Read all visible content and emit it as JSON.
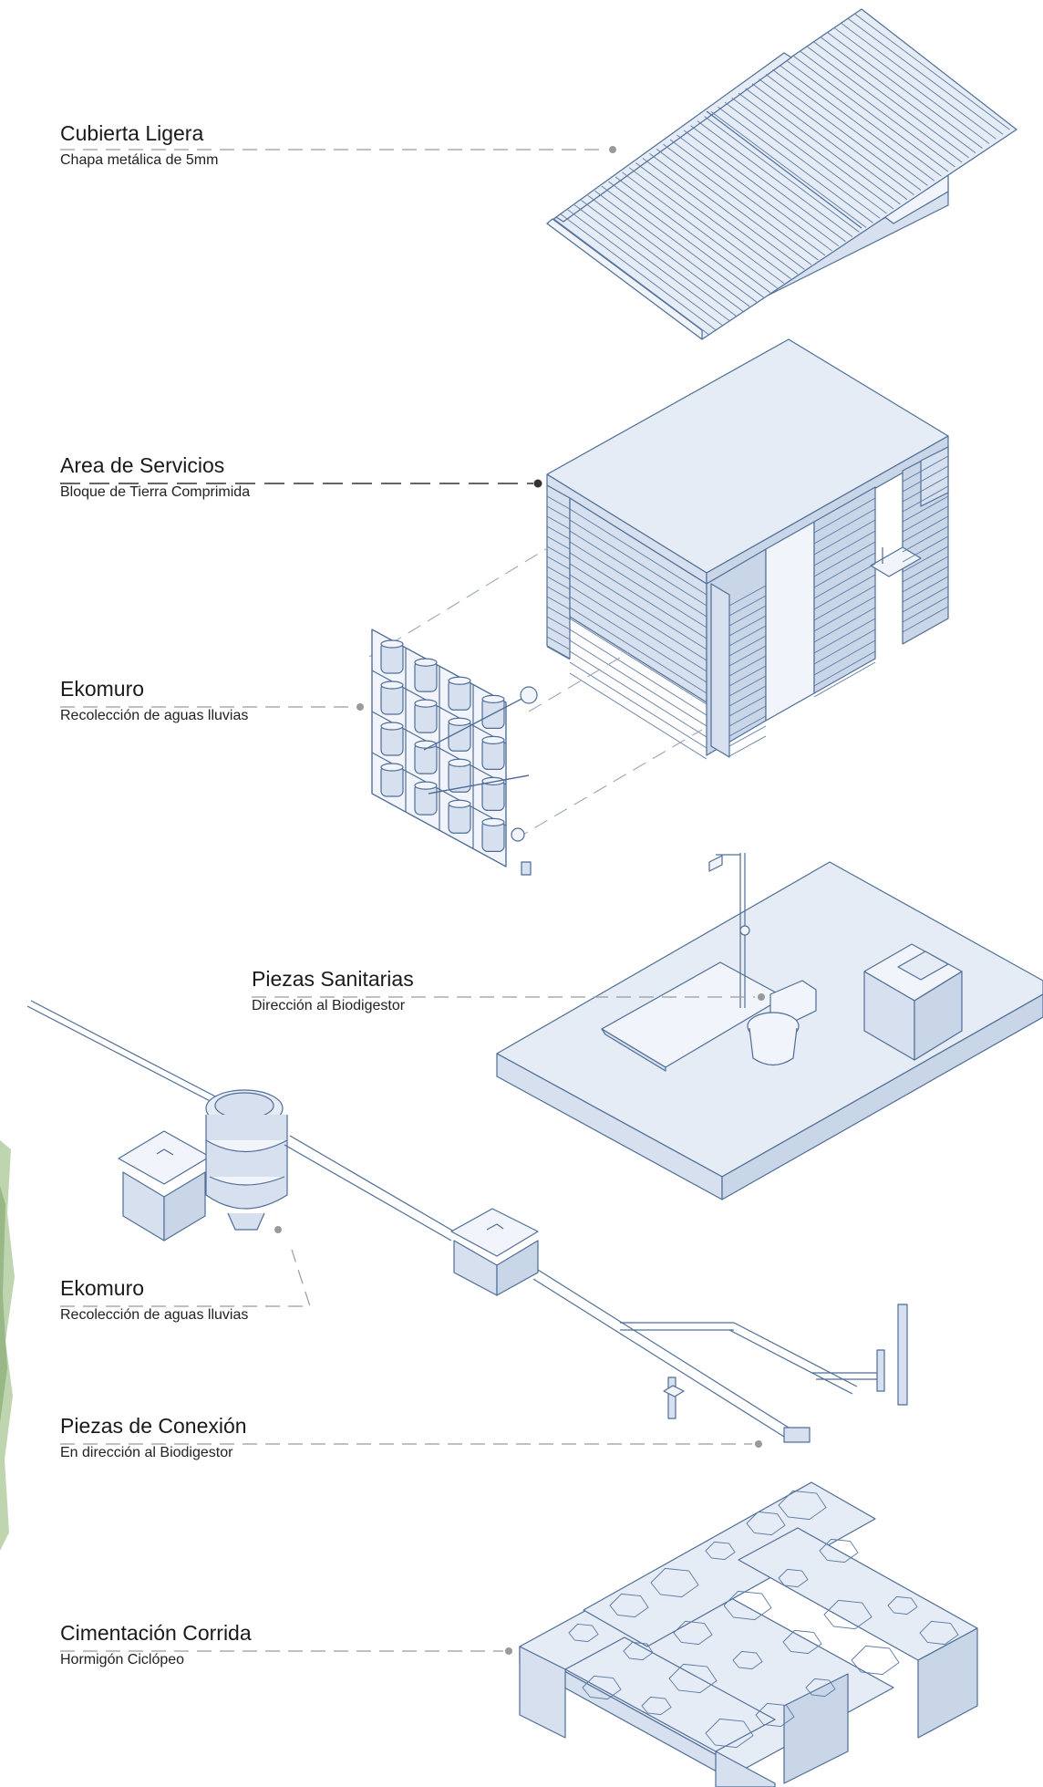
{
  "labels": [
    {
      "title": "Cubierta Ligera",
      "subtitle": "Chapa metálica de 5mm"
    },
    {
      "title": "Area de Servicios",
      "subtitle": "Bloque de Tierra Comprimida"
    },
    {
      "title": "Ekomuro",
      "subtitle": "Recolección de aguas lluvias"
    },
    {
      "title": "Piezas Sanitarias",
      "subtitle": "Dirección al Biodigestor"
    },
    {
      "title": "Ekomuro",
      "subtitle": "Recolección de aguas lluvias"
    },
    {
      "title": "Piezas de Conexión",
      "subtitle": "En dirección al Biodigestor"
    },
    {
      "title": "Cimentación Corrida",
      "subtitle": "Hormigón Ciclópeo"
    }
  ],
  "colors": {
    "line": "#4f6d97",
    "fill_light": "#e5ecf6",
    "fill_mid": "#d6e0ee",
    "fill_dark": "#c9d6e8",
    "leader": "#9a9a9a",
    "leader_highlight": "#333333",
    "green_bleed": "#9fc08a"
  }
}
